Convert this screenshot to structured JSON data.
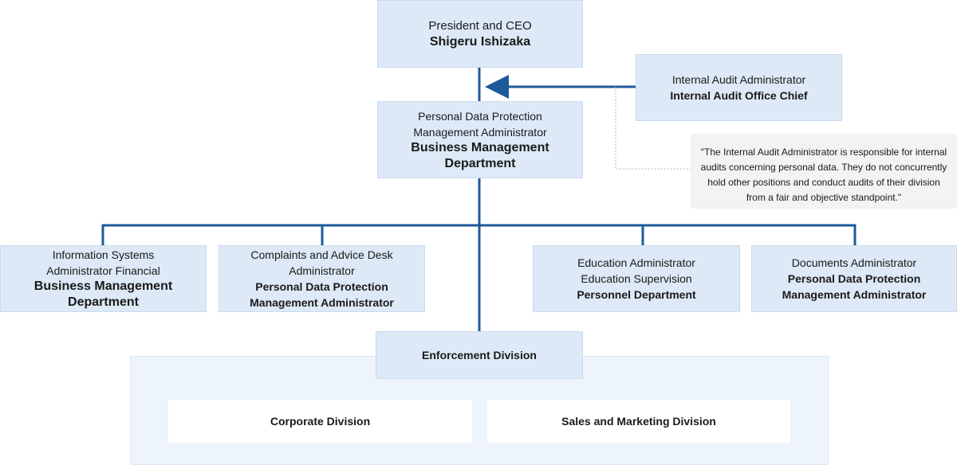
{
  "ceo": {
    "role": "President and CEO",
    "holder": "Shigeru Ishizaka"
  },
  "audit": {
    "role": "Internal Audit Administrator",
    "holder": "Internal Audit Office Chief"
  },
  "note": "\"The Internal Audit Administrator is responsible for internal audits concerning personal data. They do not concurrently hold other positions and conduct audits of their division from a fair and objective standpoint.\"",
  "pdp": {
    "role": "Personal Data Protection Management Administrator",
    "holder": "Business Management Department"
  },
  "info_sys": {
    "role": "Information Systems Administrator   Financial",
    "holder": "Business Management Department"
  },
  "complaints": {
    "role": "Complaints and Advice Desk Administrator",
    "holder": "Personal Data Protection Management Administrator"
  },
  "education": {
    "role": "Education Administrator",
    "role2": "Education Supervision",
    "holder": "Personnel Department"
  },
  "documents": {
    "role": "Documents Administrator",
    "holder": "Personal Data Protection Management Administrator"
  },
  "enforcement": {
    "title": "Enforcement Division",
    "divisions": [
      "Corporate Division",
      "Sales and Marketing Division"
    ]
  },
  "colors": {
    "box": "#dde9f7",
    "line": "#1e5a9a",
    "note_bg": "#f3f3f3",
    "area": "#eef4fc"
  }
}
